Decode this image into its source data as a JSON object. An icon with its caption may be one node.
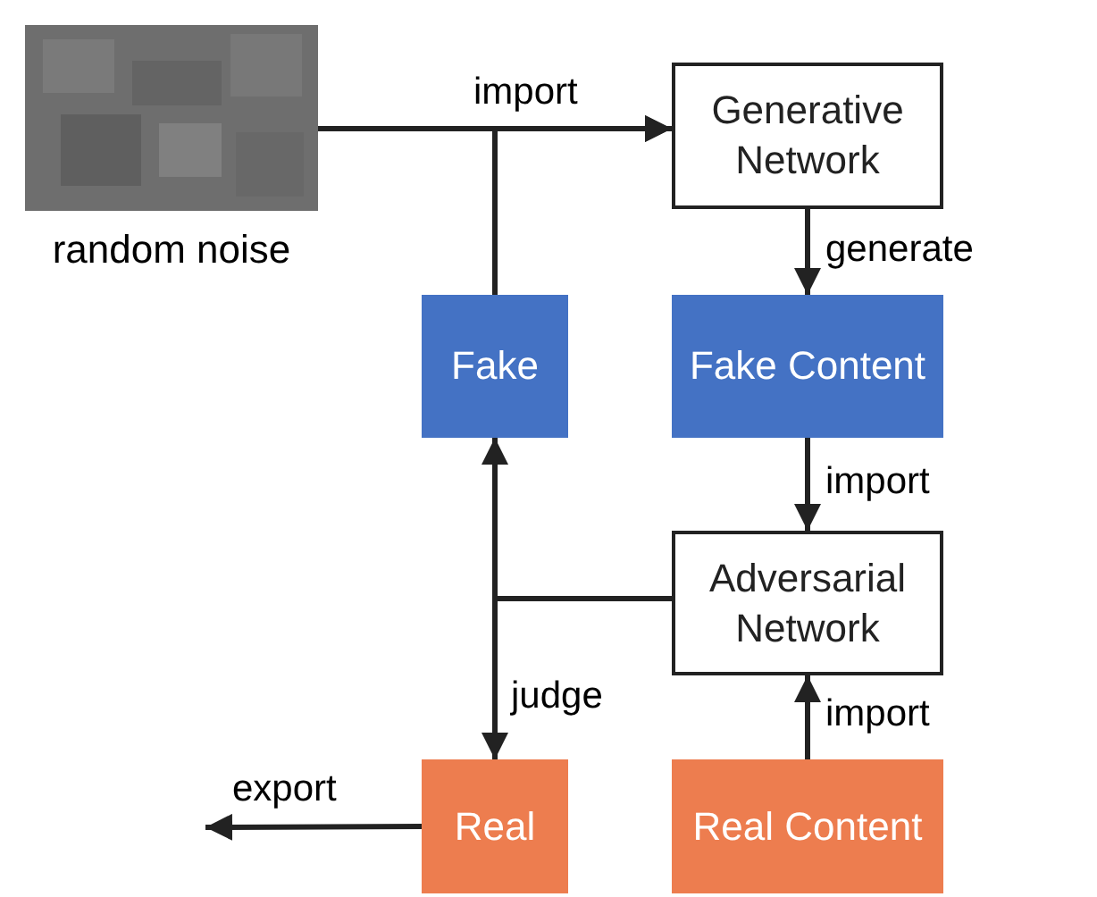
{
  "diagram": {
    "nodes": [
      {
        "text": [],
        "shape": "picture",
        "beside": [
          "random noise"
        ]
      },
      {
        "text": [
          "Generative Network"
        ]
      },
      {
        "text": [
          "Fake"
        ]
      },
      {
        "text": [
          "Fake Content"
        ]
      },
      {
        "text": [
          "Adversarial Network"
        ]
      },
      {
        "text": [
          "Real"
        ]
      },
      {
        "text": [
          "Real Content"
        ]
      }
    ],
    "edges": [
      {
        "from": 0,
        "to": 1,
        "arrow": "to",
        "label": "import"
      },
      {
        "from": 2,
        "to": 1,
        "arrow": "to"
      },
      {
        "from": 1,
        "to": 3,
        "arrow": "to",
        "label": "generate"
      },
      {
        "from": 3,
        "to": 4,
        "arrow": "to",
        "label": "import"
      },
      {
        "from": 4,
        "to": 2,
        "arrow": "to"
      },
      {
        "from": 4,
        "to": 5,
        "arrow": "to",
        "label": "judge"
      },
      {
        "from": 6,
        "to": 4,
        "arrow": "to",
        "label": "import"
      },
      {
        "from": 5,
        "to": null,
        "arrow": "to",
        "label": "export"
      }
    ]
  }
}
